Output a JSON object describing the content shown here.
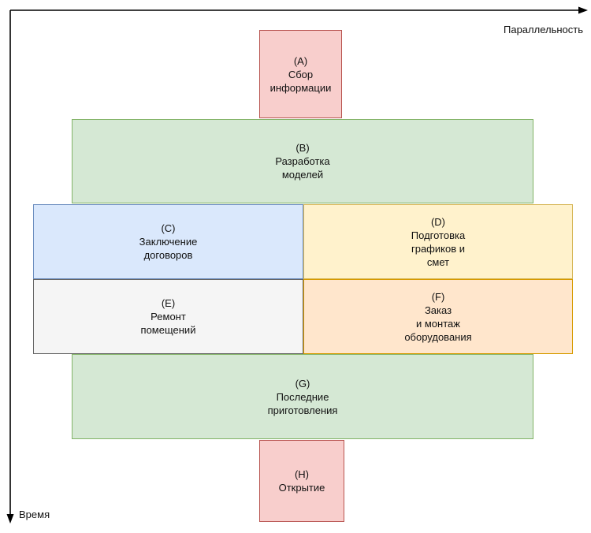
{
  "axes": {
    "x_label": "Параллельность",
    "y_label": "Время"
  },
  "stages": {
    "a": "(A)\nСбор\nинформации",
    "b": "(B)\nРазработка\nмоделей",
    "c": "(C)\nЗаключение\nдоговоров",
    "d": "(D)\nПодготовка\nграфиков и\nсмет",
    "e": "(E)\nРемонт\nпомещений",
    "f": "(F)\nЗаказ\nи монтаж\nоборудования",
    "g": "(G)\nПоследние\nприготовления",
    "h": "(H)\nОткрытие"
  },
  "colors": {
    "pink": "#f8cecc",
    "green": "#d5e8d4",
    "blue": "#dae8fc",
    "yellow": "#fff2cc",
    "grey": "#f5f5f5",
    "orange": "#ffe6cc",
    "axis": "#000000"
  }
}
